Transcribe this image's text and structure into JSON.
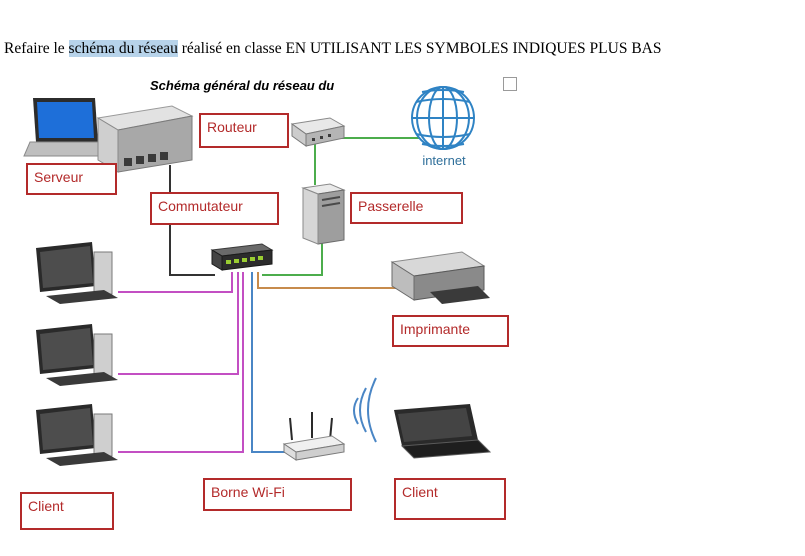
{
  "instruction": {
    "before": "Refaire  le ",
    "highlight": "schéma du réseau",
    "after": " réalisé en classe EN UTILISANT LES SYMBOLES INDIQUES PLUS BAS"
  },
  "diagram_title": "Schéma général du réseau du",
  "labels": {
    "serveur": "Serveur",
    "routeur": "Routeur",
    "commutateur": "Commutateur",
    "passerelle": "Passerelle",
    "imprimante": "Imprimante",
    "client_1": "Client",
    "borne_wifi": "Borne Wi-Fi",
    "client_2": "Client"
  },
  "internet_label": "internet",
  "colors": {
    "label_border": "#b32a2a",
    "label_text": "#b32a2a",
    "wire_green": "#4cad4c",
    "wire_black": "#333333",
    "wire_magenta": "#c34fc3",
    "wire_orange": "#c78b4c",
    "wire_blue": "#4a86c5",
    "globe_blue": "#2f83c4",
    "highlight": "#b7d3ea"
  }
}
